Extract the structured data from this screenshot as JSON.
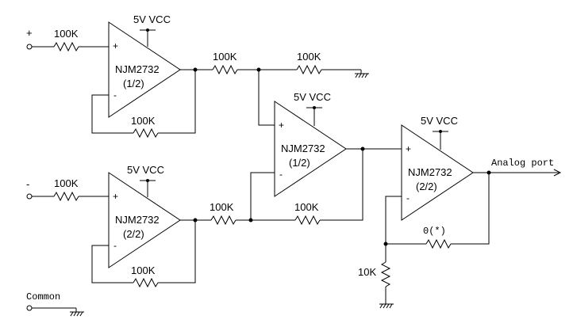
{
  "inputs": {
    "plus": "+",
    "minus": "-",
    "common": "Common"
  },
  "opamps": {
    "a1": {
      "part": "NJM2732",
      "unit": "(1/2)",
      "supply": "5V VCC"
    },
    "a2": {
      "part": "NJM2732",
      "unit": "(2/2)",
      "supply": "5V VCC"
    },
    "a3": {
      "part": "NJM2732",
      "unit": "(1/2)",
      "supply": "5V VCC"
    },
    "a4": {
      "part": "NJM2732",
      "unit": "(2/2)",
      "supply": "5V VCC"
    }
  },
  "resistors": {
    "r_in_plus": "100K",
    "r_fb_a1": "100K",
    "r_in_minus": "100K",
    "r_fb_a2": "100K",
    "r_a1_out": "100K",
    "r_a3_plus_gnd": "100K",
    "r_a2_out": "100K",
    "r_fb_a3": "100K",
    "r_fb_a4": "0(*)",
    "r_a4_gnd": "10K"
  },
  "output": {
    "label": "Analog port"
  },
  "pin_signs": {
    "plus": "+",
    "minus": "-"
  }
}
